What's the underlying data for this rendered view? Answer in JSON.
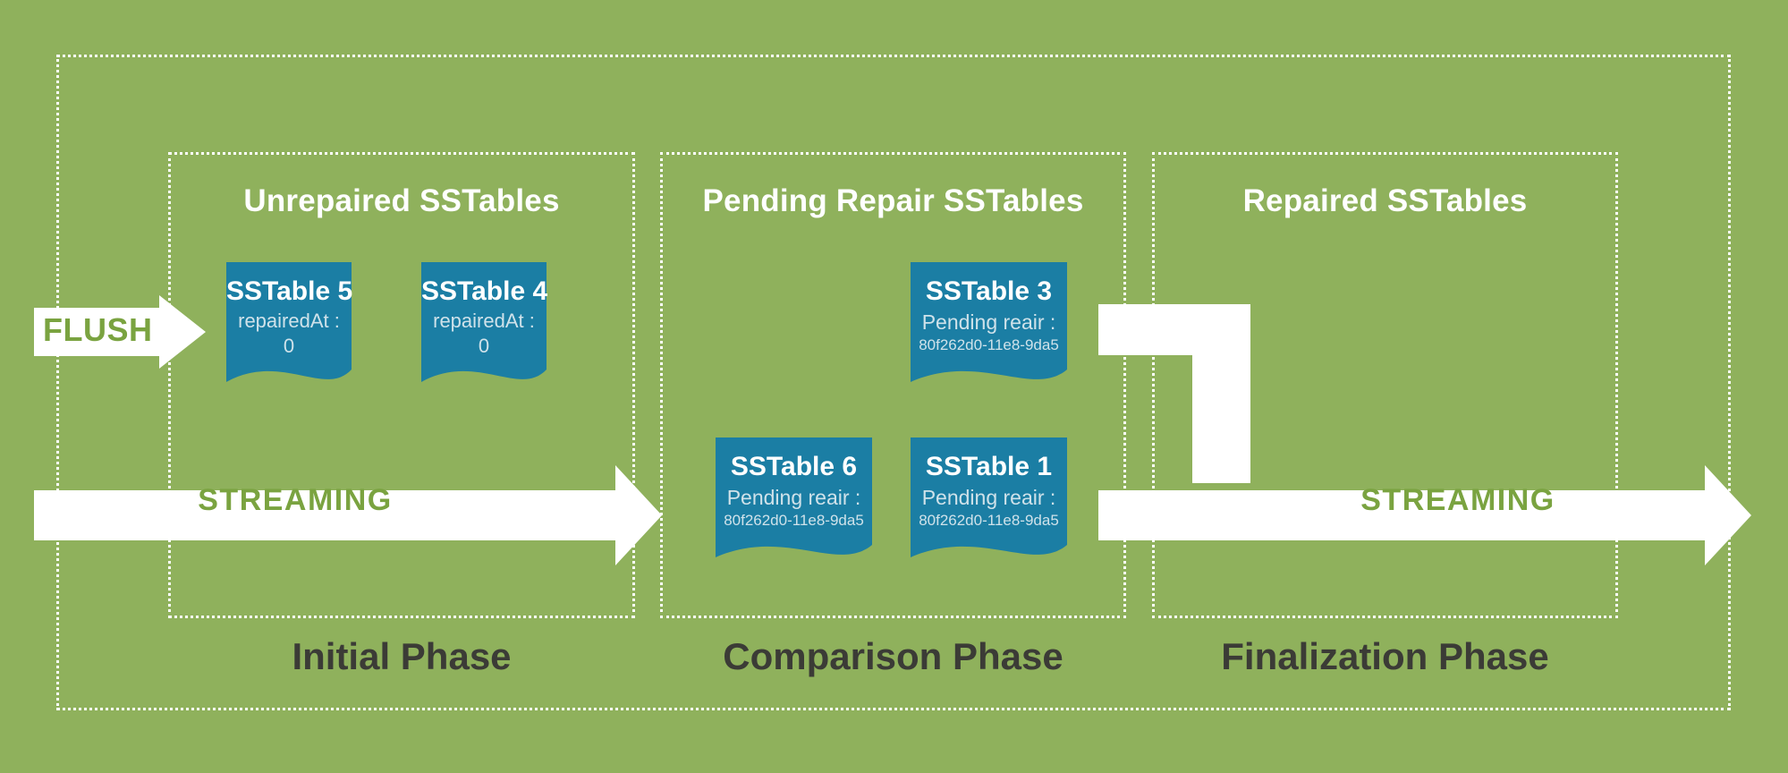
{
  "diagram": {
    "title_text_present": false,
    "background_color": "#8fb15c",
    "card_color": "#1b7ea4",
    "accent_text_color": "#7aa340",
    "caption_color": "#3b3b36",
    "frame_color": "#ffffff"
  },
  "sections": [
    {
      "heading": "Unrepaired SSTables",
      "caption": "Initial Phase"
    },
    {
      "heading": "Pending Repair SSTables",
      "caption": "Comparison Phase"
    },
    {
      "heading": "Repaired SSTables",
      "caption": "Finalization Phase"
    }
  ],
  "sstables": [
    {
      "name": "SSTable 5",
      "attr_label": "repairedAt :",
      "attr_value": "0",
      "uuid": ""
    },
    {
      "name": "SSTable 4",
      "attr_label": "repairedAt :",
      "attr_value": "0",
      "uuid": ""
    },
    {
      "name": "SSTable 3",
      "attr_label": "Pending reair :",
      "attr_value": "",
      "uuid": "80f262d0-11e8-9da5"
    },
    {
      "name": "SSTable 6",
      "attr_label": "Pending reair :",
      "attr_value": "",
      "uuid": "80f262d0-11e8-9da5"
    },
    {
      "name": "SSTable 1",
      "attr_label": "Pending reair :",
      "attr_value": "",
      "uuid": "80f262d0-11e8-9da5"
    }
  ],
  "arrows": {
    "flush": "FLUSH",
    "streaming_left": "STREAMING",
    "streaming_right": "STREAMING"
  }
}
